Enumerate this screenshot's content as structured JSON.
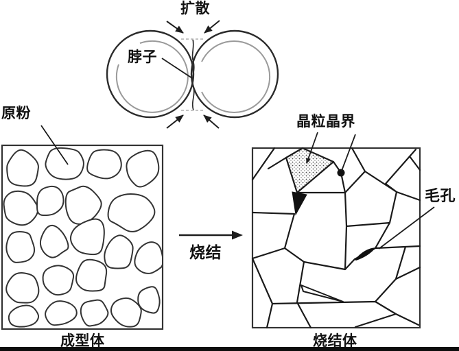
{
  "figure": {
    "top_model": {
      "diffusion_label": "扩散",
      "neck_label": "脖子"
    },
    "left_panel": {
      "pointer_label": "原粉",
      "caption": "成型体"
    },
    "process_arrow": {
      "label": "烧结"
    },
    "right_panel": {
      "grain_boundary_label": "晶粒晶界",
      "pore_label": "毛孔",
      "caption": "烧结体"
    }
  },
  "colors": {
    "line": "#2b2b2b",
    "box_border": "#333333",
    "inner_circle_gray": "#9a9a9a",
    "dashed_gray": "#bbbbbb",
    "pore_black": "#111111",
    "text": "#111111",
    "bottom_bar": "#0d0d0d"
  }
}
